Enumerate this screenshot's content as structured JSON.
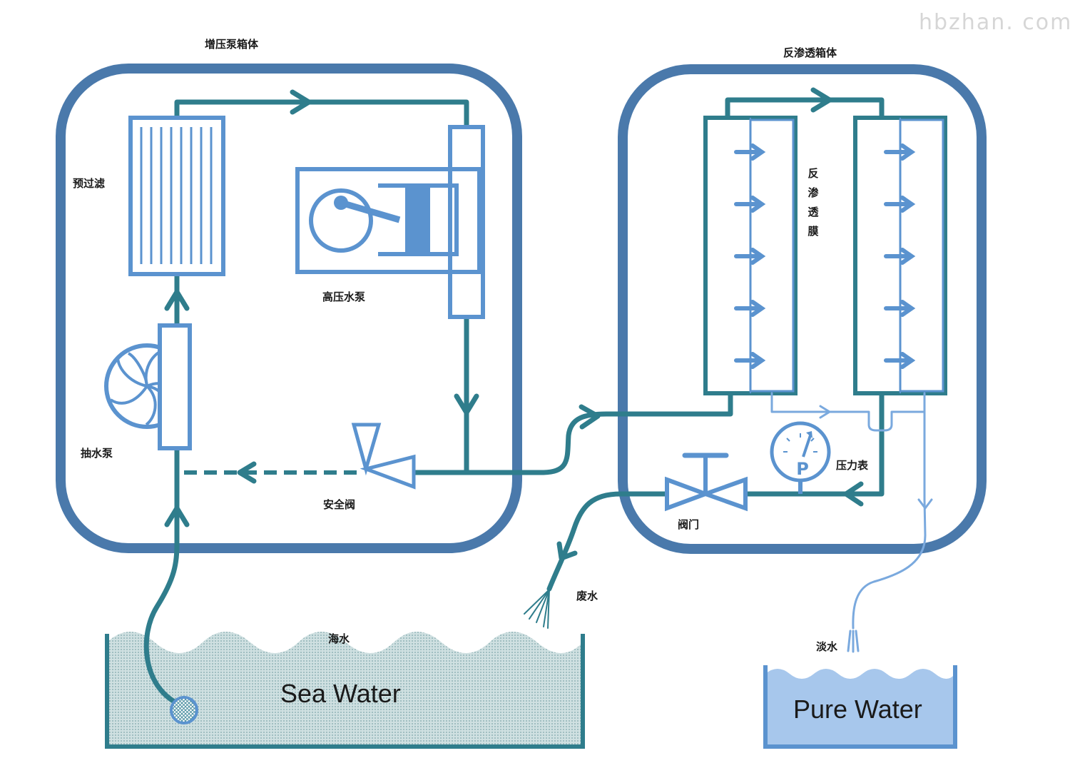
{
  "watermark": "hbzhan. com",
  "labels": {
    "booster_box": "增压泵箱体",
    "ro_box": "反渗透箱体",
    "prefilter": "预过滤",
    "high_pressure_pump": "高压水泵",
    "intake_pump": "抽水泵",
    "safety_valve": "安全阀",
    "ro_membrane": [
      "反",
      "渗",
      "透",
      "膜"
    ],
    "pressure_gauge": "压力表",
    "valve": "阀门",
    "waste_water": "废水",
    "sea_water_cn": "海水",
    "fresh_water_cn": "淡水",
    "sea_water_en": "Sea Water",
    "pure_water_en": "Pure Water"
  },
  "colors": {
    "box_border": "#4a79ab",
    "pipe_teal": "#2f7d8c",
    "component_blue": "#5b93cf",
    "light_blue": "#7aa9de",
    "sea_fill": "#bcd3d6",
    "pure_fill": "#a7c7ec"
  }
}
